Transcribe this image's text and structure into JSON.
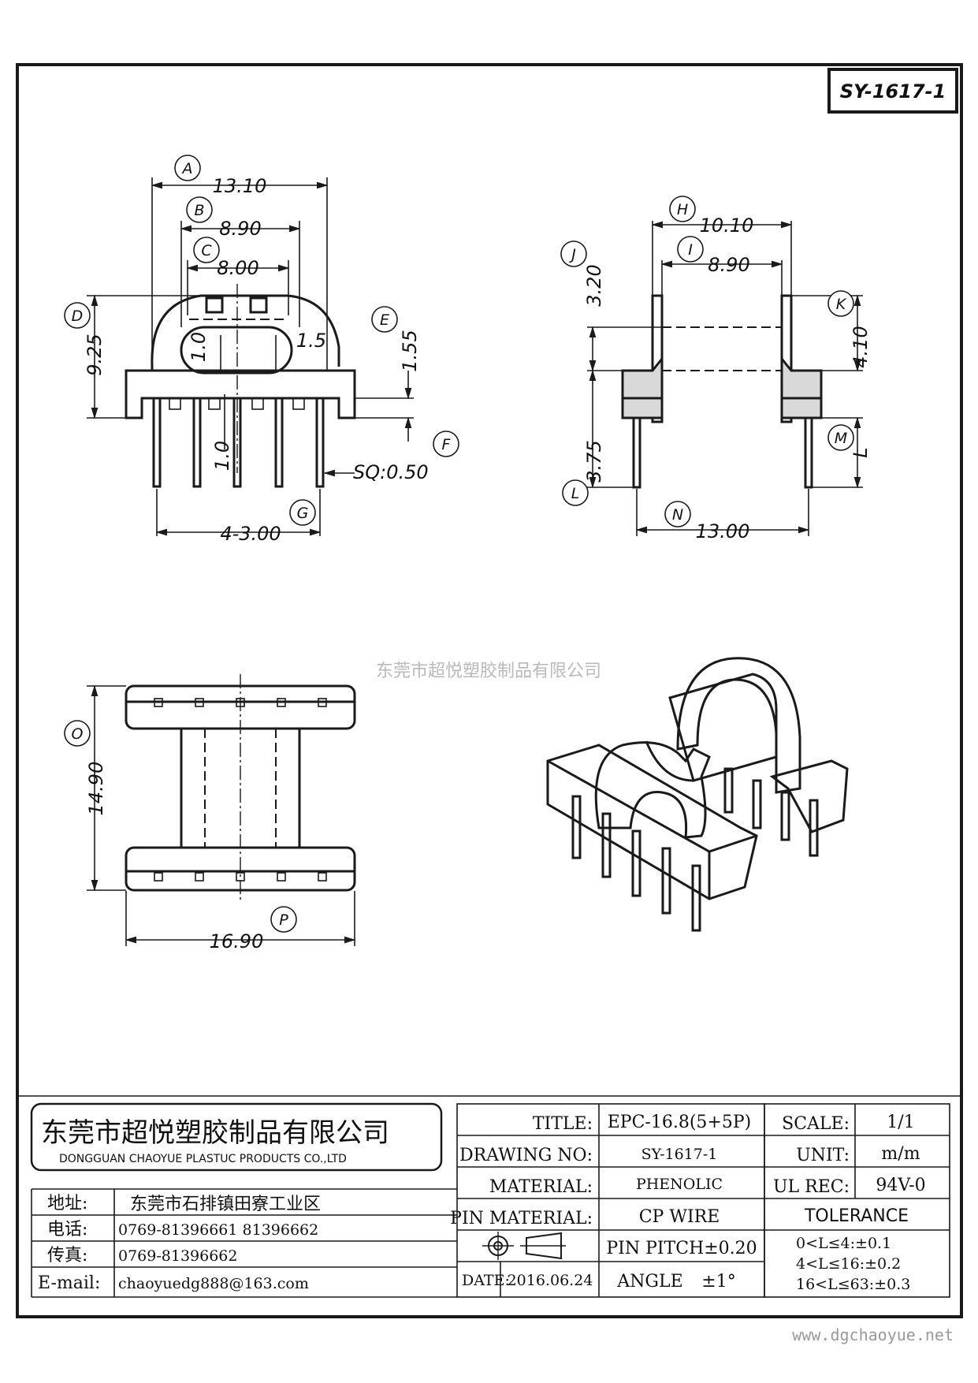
{
  "drawing_number_tag": "SY-1617-1",
  "watermark": "东莞市超悦塑胶制品有限公司",
  "website": "www.dgchaoyue.net",
  "dimensions": {
    "A": {
      "letter": "A",
      "value": "13.10"
    },
    "B": {
      "letter": "B",
      "value": "8.90"
    },
    "C": {
      "letter": "C",
      "value": "8.00"
    },
    "D": {
      "letter": "D",
      "value": "9.25"
    },
    "E": {
      "letter": "E",
      "value": "1.55"
    },
    "F": {
      "letter": "F",
      "value": "SQ:0.50"
    },
    "G": {
      "letter": "G",
      "value": "4-3.00"
    },
    "H": {
      "letter": "H",
      "value": "10.10"
    },
    "I": {
      "letter": "I",
      "value": "8.90"
    },
    "J": {
      "letter": "J",
      "value": "3.20"
    },
    "K": {
      "letter": "K",
      "value": "4.10"
    },
    "L": {
      "letter": "L",
      "value": "3.75"
    },
    "M": {
      "letter": "M",
      "value": "L"
    },
    "N": {
      "letter": "N",
      "value": "13.00"
    },
    "O": {
      "letter": "O",
      "value": "14.90"
    },
    "P": {
      "letter": "P",
      "value": "16.90"
    },
    "inner_1_0_a": "1.0",
    "inner_1_5": "1.5",
    "inner_1_0_b": "1.0"
  },
  "title_block": {
    "company_cn": "东莞市超悦塑胶制品有限公司",
    "company_en": "DONGGUAN CHAOYUE PLASTUC PRODUCTS CO.,LTD",
    "address_label": "地址:",
    "address_value": "东莞市石排镇田寮工业区",
    "phone_label": "电话:",
    "phone_value": "0769-81396661  81396662",
    "fax_label": "传真:",
    "fax_value": "0769-81396662",
    "email_label": "E-mail:",
    "email_value": "chaoyuedg888@163.com",
    "title_label": "TITLE:",
    "title_value": "EPC-16.8(5+5P)",
    "drawing_no_label": "DRAWING NO:",
    "drawing_no_value": "SY-1617-1",
    "material_label": "MATERIAL:",
    "material_value": "PHENOLIC",
    "pin_material_label": "PIN MATERIAL:",
    "pin_material_value": "CP WIRE",
    "pin_pitch": "PIN PITCH±0.20",
    "angle_label": "ANGLE",
    "angle_value": "±1°",
    "date_label": "DATE:",
    "date_value": "2016.06.24",
    "scale_label": "SCALE:",
    "scale_value": "1/1",
    "unit_label": "UNIT:",
    "unit_value": "m/m",
    "ul_rec_label": "UL REC:",
    "ul_rec_value": "94V-0",
    "tolerance_label": "TOLERANCE",
    "tolerance_rows": [
      "0<L≤4:±0.1",
      "4<L≤16:±0.2",
      "16<L≤63:±0.3"
    ]
  }
}
